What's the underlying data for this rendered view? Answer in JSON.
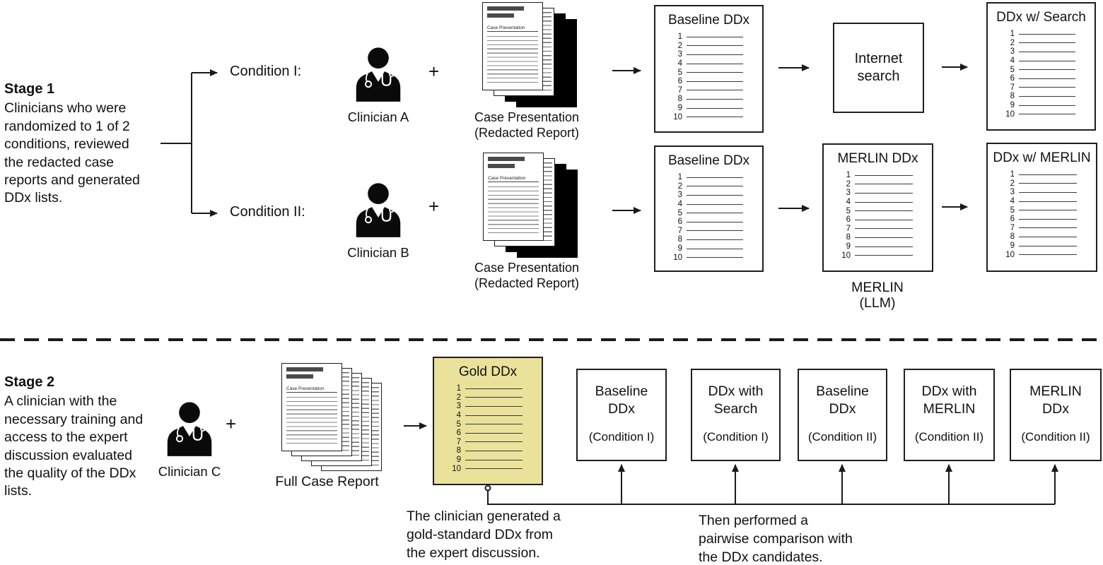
{
  "stage1": {
    "title": "Stage 1",
    "desc_lines": [
      "Clinicians who were",
      "randomized to 1 of 2",
      "conditions, reviewed",
      "the redacted case",
      "reports and generated",
      "DDx lists."
    ],
    "condition1": "Condition I:",
    "condition2": "Condition II:",
    "clinician_a": "Clinician A",
    "clinician_b": "Clinician B",
    "plus": "+",
    "case_stack_label1": "Case Presentation",
    "case_stack_label2": "(Redacted Report)",
    "baseline_ddx": "Baseline DDx",
    "internet_search_lines": [
      "Internet",
      "search"
    ],
    "ddx_w_search": "DDx w/ Search",
    "merlin_ddx": "MERLIN DDx",
    "merlin_label_lines": [
      "MERLIN",
      "(LLM)"
    ],
    "ddx_w_merlin": "DDx w/ MERLIN"
  },
  "stage2": {
    "title": "Stage 2",
    "desc_lines": [
      "A clinician with the",
      "necessary training and",
      "access to the expert",
      "discussion evaluated",
      "the quality of the DDx",
      "lists."
    ],
    "clinician_c": "Clinician C",
    "plus": "+",
    "full_case_report": "Full Case Report",
    "gold_ddx": "Gold DDx",
    "boxes": [
      {
        "line1": "Baseline",
        "line2": "DDx",
        "cond": "(Condition I)"
      },
      {
        "line1": "DDx with",
        "line2": "Search",
        "cond": "(Condition I)"
      },
      {
        "line1": "Baseline",
        "line2": "DDx",
        "cond": "(Condition II)"
      },
      {
        "line1": "DDx with",
        "line2": "MERLIN",
        "cond": "(Condition II)"
      },
      {
        "line1": "MERLIN",
        "line2": "DDx",
        "cond": "(Condition II)"
      }
    ],
    "caption_gold_lines": [
      "The clinician generated a",
      "gold-standard DDx from",
      "the expert discussion."
    ],
    "caption_pairwise_lines": [
      "Then performed a",
      "pairwise comparison with",
      "the DDx candidates."
    ]
  },
  "doc_mini_title": "Case Presentation",
  "ddx_numbers": [
    "1",
    "2",
    "3",
    "4",
    "5",
    "6",
    "7",
    "8",
    "9",
    "10"
  ],
  "icons": {
    "clinician": "doctor-person-icon",
    "plus": "plus-sign"
  },
  "colors": {
    "gold_fill": "#eae29a",
    "line": "#1a1a1a"
  }
}
